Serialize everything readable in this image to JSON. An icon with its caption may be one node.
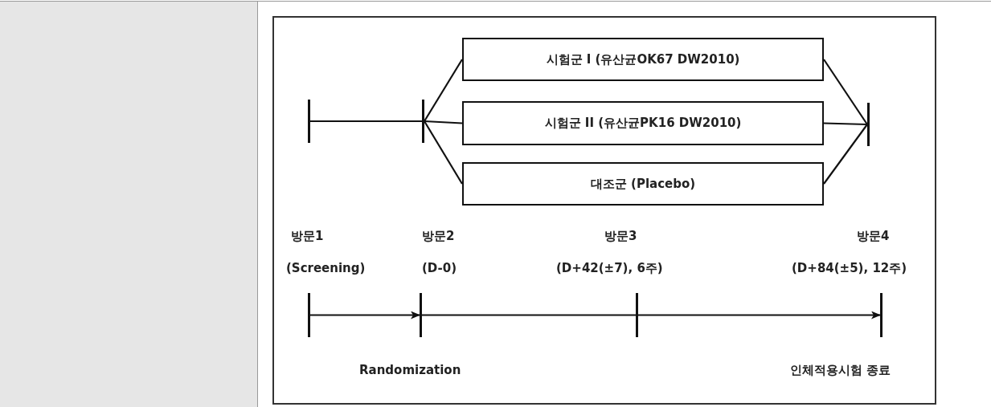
{
  "diagram": {
    "nodes": [
      {
        "text": [
          "시험군 I (유산균OK67 DW2010)"
        ]
      },
      {
        "text": [
          "시험군 II (유산균PK16 DW2010)"
        ]
      },
      {
        "text": [
          "대조군 (Placebo)"
        ]
      },
      {
        "text": [],
        "shape": "bar"
      },
      {
        "text": [],
        "shape": "bar"
      },
      {
        "text": [],
        "shape": "bar"
      },
      {
        "text": [],
        "shape": "bar",
        "beside": [
          "방문1",
          "(Screening)"
        ]
      },
      {
        "text": [],
        "shape": "bar",
        "beside": [
          "방문2",
          "(D-0)"
        ]
      },
      {
        "text": [],
        "shape": "bar",
        "beside": [
          "방문3",
          "(D+42(±7), 6주)"
        ]
      },
      {
        "text": [],
        "shape": "bar",
        "beside": [
          "방문4",
          "(D+84(±5), 12주)"
        ]
      }
    ],
    "edges": [
      {
        "from": 3,
        "to": 4,
        "arrow": "none"
      },
      {
        "from": 4,
        "to": 0,
        "arrow": "none"
      },
      {
        "from": 4,
        "to": 1,
        "arrow": "none"
      },
      {
        "from": 4,
        "to": 2,
        "arrow": "none"
      },
      {
        "from": 0,
        "to": 5,
        "arrow": "none"
      },
      {
        "from": 1,
        "to": 5,
        "arrow": "none"
      },
      {
        "from": 2,
        "to": 5,
        "arrow": "none"
      },
      {
        "from": 6,
        "to": 7,
        "arrow": "to"
      },
      {
        "from": 7,
        "to": 8,
        "arrow": "none"
      },
      {
        "from": 8,
        "to": 9,
        "arrow": "to"
      }
    ],
    "labels": [
      "Randomization",
      "인체적용시험 종료"
    ]
  }
}
